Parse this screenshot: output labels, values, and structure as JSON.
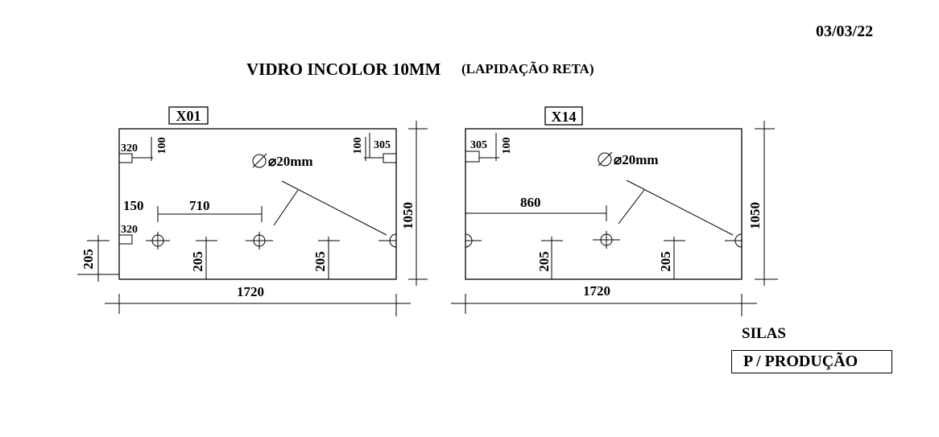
{
  "header": {
    "date": "03/03/22",
    "title": "VIDRO INCOLOR 10MM",
    "subtitle": "(LAPIDAÇÃO RETA)"
  },
  "pieces": [
    {
      "code": "X01",
      "width": "1720",
      "height": "1050",
      "hole_label": "⌀20mm",
      "top_left_w": "320",
      "top_left_h": "100",
      "top_right_w": "305",
      "top_right_h": "100",
      "left_offset": "150",
      "hole_spacing": "710",
      "bottom_left_w": "320",
      "left_height": "205",
      "center_h1": "205",
      "center_h2": "205"
    },
    {
      "code": "X14",
      "width": "1720",
      "height": "1050",
      "hole_label": "⌀20mm",
      "top_left_w": "305",
      "top_left_h": "100",
      "hole_offset": "860",
      "center_h1": "205",
      "center_h2": "205"
    }
  ],
  "footer": {
    "signer": "SILAS",
    "stamp": "P / PRODUÇÃO"
  }
}
